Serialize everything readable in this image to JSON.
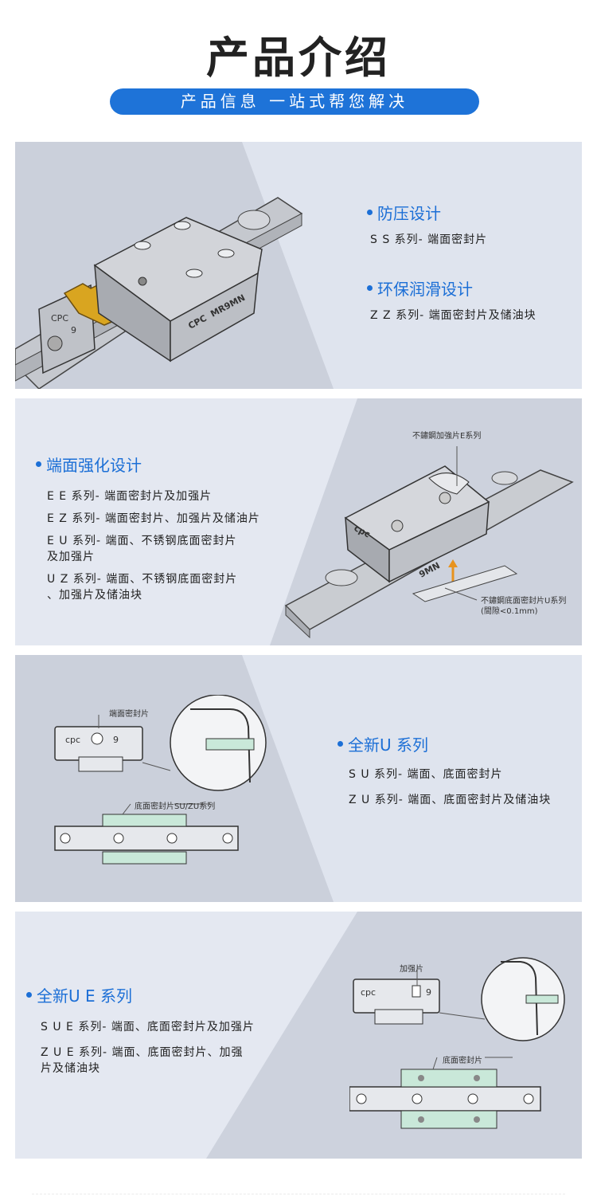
{
  "header": {
    "title": "产品介绍",
    "subtitle": "产品信息  一站式帮您解决"
  },
  "panel1": {
    "features": [
      {
        "title": "防压设计",
        "lines": [
          "S S 系列- 端面密封片"
        ]
      },
      {
        "title": "环保润滑设计",
        "lines": [
          "Z Z 系列- 端面密封片及储油块"
        ]
      }
    ],
    "image_marks": {
      "block": "MR9MN",
      "brand": "CPC",
      "end_mark": "9"
    }
  },
  "panel2": {
    "features": [
      {
        "title": "端面强化设计",
        "lines": [
          "E E 系列- 端面密封片及加强片",
          "E Z 系列- 端面密封片、加强片及储油片",
          "E U 系列- 端面、不锈钢底面密封片",
          "及加强片",
          "U Z 系列- 端面、不锈钢底面密封片",
          "、加强片及储油块"
        ]
      }
    ],
    "callouts": {
      "top": "不鏽鋼加強片E系列",
      "bottom1": "不鏽鋼底面密封片U系列",
      "bottom2": "(間隙<0.1mm)"
    },
    "image_marks": {
      "block": "9MN",
      "brand": "cpc"
    }
  },
  "panel3": {
    "features": [
      {
        "title": "全新U 系列",
        "lines": [
          "S U 系列- 端面、底面密封片",
          "Z U 系列- 端面、底面密封片及储油块"
        ]
      }
    ],
    "callouts": {
      "top": "端面密封片",
      "middle": "底面密封片SU/ZU系列"
    },
    "image_marks": {
      "brand": "cpc",
      "end_mark": "9"
    }
  },
  "panel4": {
    "features": [
      {
        "title": "全新U E 系列",
        "lines": [
          "S U E 系列- 端面、底面密封片及加强片",
          "Z U E 系列- 端面、底面密封片、加强",
          "片及储油块"
        ]
      }
    ],
    "callouts": {
      "top": "加强片",
      "middle": "底面密封片"
    },
    "image_marks": {
      "brand": "cpc",
      "end_mark": "9"
    }
  },
  "colors": {
    "accent": "#1c6fd6",
    "pill": "#1e73d8",
    "panel_light": "#dfe4ee",
    "panel_dark": "#c9ced9",
    "seal_green": "#c9e8d9",
    "brass": "#d9a520"
  }
}
